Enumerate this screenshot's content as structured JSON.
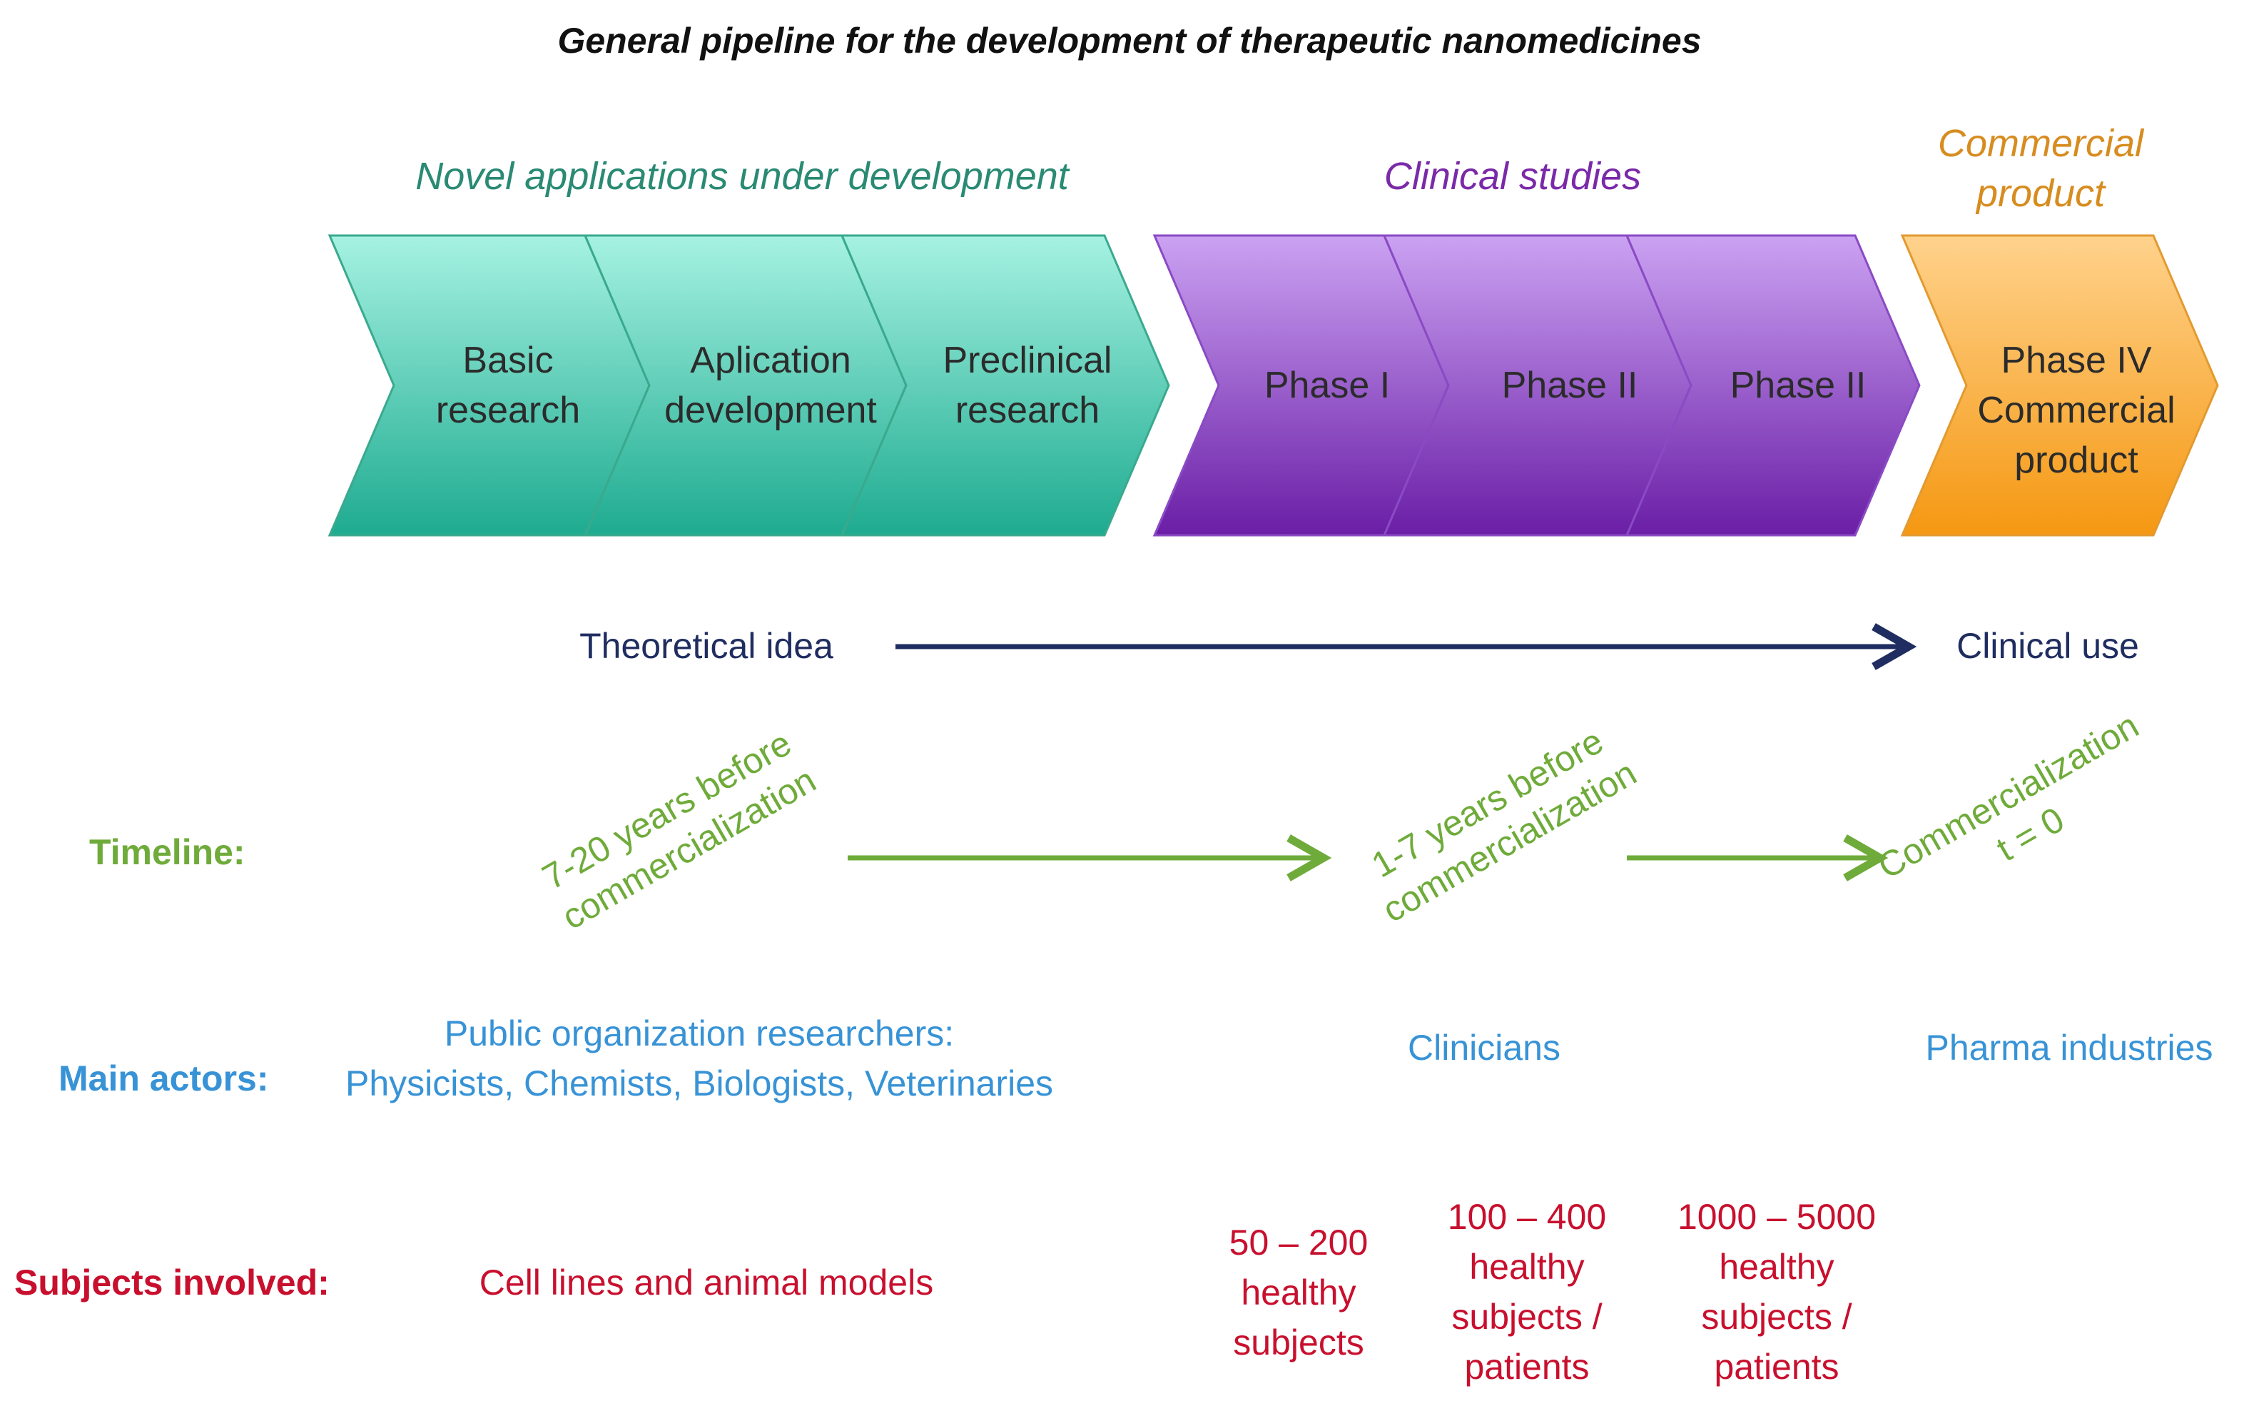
{
  "title": "General pipeline for the development of therapeutic nanomedicines",
  "phase_groups": [
    {
      "label": "Novel applications under development",
      "color": "#2a8a74"
    },
    {
      "label": "Clinical studies",
      "color": "#7a2aa8"
    },
    {
      "label": "Commercial\nproduct",
      "color": "#d78c1f"
    }
  ],
  "chevrons": [
    {
      "label": "Basic\nresearch"
    },
    {
      "label": "Aplication\ndevelopment"
    },
    {
      "label": "Preclinical\nresearch"
    },
    {
      "label": "Phase I"
    },
    {
      "label": "Phase II"
    },
    {
      "label": "Phase II"
    },
    {
      "label": "Phase IV\nCommercial\nproduct"
    }
  ],
  "colors": {
    "teal_light": "#9ff0df",
    "teal_dark": "#1fae93",
    "purple_light": "#c89df0",
    "purple_dark": "#6b1ea8",
    "orange_light": "#ffcf86",
    "orange_dark": "#f49a18",
    "timeline_green": "#6fab3a",
    "actors_blue": "#3893d6",
    "subjects_red": "#c8102e",
    "navy": "#1f2d60"
  },
  "progress": {
    "start": "Theoretical idea",
    "end": "Clinical use"
  },
  "timeline": {
    "label": "Timeline:",
    "stage1": "7-20 years before\ncommercialization",
    "stage2": "1-7 years before\ncommercialization",
    "stage3": "Commercialization\nt = 0"
  },
  "actors": {
    "label": "Main actors:",
    "public": "Public organization researchers:\nPhysicists, Chemists, Biologists, Veterinaries",
    "clinicians": "Clinicians",
    "pharma": "Pharma industries"
  },
  "subjects": {
    "label": "Subjects involved:",
    "preclinical": "Cell lines and animal models",
    "phase1": "50 – 200\nhealthy\nsubjects",
    "phase2": "100 – 400\nhealthy\nsubjects /\npatients",
    "phase3": "1000 – 5000\nhealthy\nsubjects /\npatients"
  }
}
